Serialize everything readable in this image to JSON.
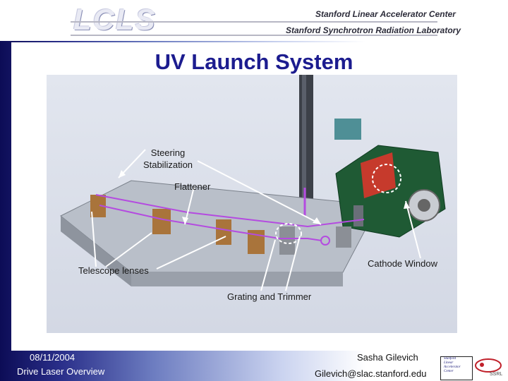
{
  "header": {
    "logo_text": "LCLS",
    "org_line1": "Stanford Linear Accelerator Center",
    "org_line2": "Stanford Synchrotron Radiation Laboratory"
  },
  "title": "UV Launch System",
  "callouts": {
    "steering": "Steering\nStabilization",
    "flattener": "Flattener",
    "telescope": "Telescope lenses",
    "grating": "Grating and Trimmer",
    "cathode": "Cathode Window"
  },
  "footer": {
    "date": "08/11/2004",
    "presentation": "Drive Laser Overview",
    "author": "Sasha Gilevich",
    "email": "Gilevich@slac.stanford.edu",
    "slac_logo_lines": [
      "Stanford",
      "Linear",
      "Accelerator",
      "Center"
    ],
    "ssrl_text": "SSRL"
  },
  "colors": {
    "title": "#1c1c8f",
    "beam": "#b44be0",
    "background_dark": "#0c0c56"
  }
}
